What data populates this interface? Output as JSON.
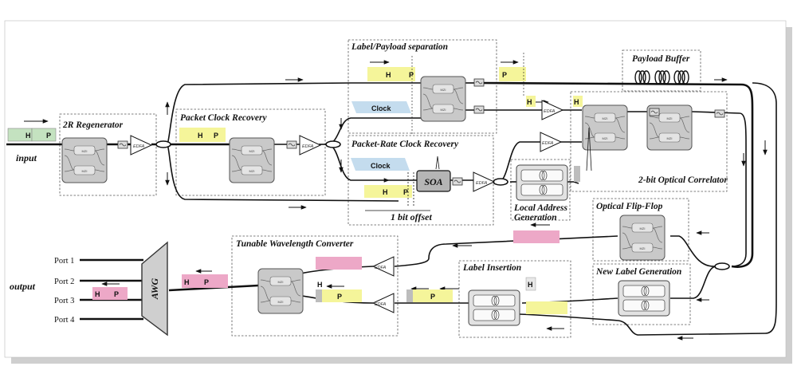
{
  "labels": {
    "label_payload_separation": "Label/Payload separation",
    "payload_buffer": "Payload Buffer",
    "regenerator": "2R Regenerator",
    "packet_clock_recovery": "Packet Clock Recovery",
    "packet_rate_clock_recovery": "Packet-Rate Clock Recovery",
    "bit_offset": "1 bit offset",
    "local_address_generation_line1": "Local Address",
    "local_address_generation_line2": "Generation",
    "optical_correlator": "2-bit Optical Correlator",
    "optical_flip_flop": "Optical Flip-Flop",
    "new_label_generation": "New Label Generation",
    "tunable_wavelength_converter": "Tunable Wavelength Converter",
    "label_insertion": "Label Insertion",
    "input": "input",
    "output": "output",
    "awg": "AWG",
    "soa": "SOA",
    "edfa": "EDFA",
    "clock": "Clock",
    "header": "H",
    "payload": "P",
    "mzi": "MZI",
    "ports": [
      "Port 1",
      "Port 2",
      "Port 3",
      "Port 4"
    ]
  },
  "colors": {
    "payload_yellow": "#f5f59a",
    "input_green": "#c4e2c0",
    "output_pink": "#eda8c7",
    "clock_blue": "#c4dcee",
    "chip_gray": "#c9c9c9",
    "awg_gray": "#cfcfcf"
  }
}
